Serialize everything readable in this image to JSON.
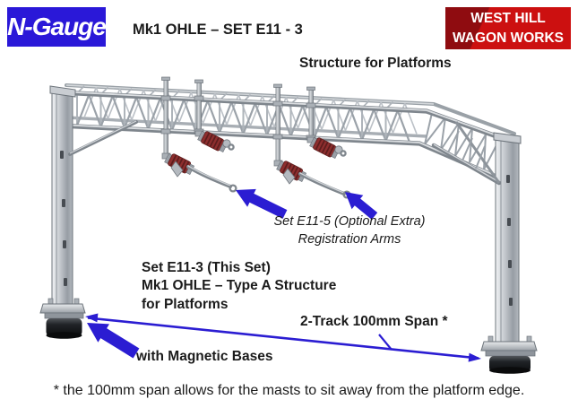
{
  "header": {
    "logo": "N-Gauge",
    "product_title": "Mk1 OHLE – SET E11 - 3",
    "brand": {
      "line1": "WEST HILL",
      "line2": "WAGON WORKS"
    }
  },
  "diagram": {
    "heading": "Structure for Platforms",
    "labels": {
      "optional_extra_line1": "Set E11-5 (Optional Extra)",
      "optional_extra_line2": "Registration Arms",
      "this_set_line1": "Set E11-3 (This Set)",
      "this_set_line2": "Mk1 OHLE – Type A Structure",
      "this_set_line3": "for Platforms",
      "span": "2-Track 100mm Span *",
      "bases": "with Magnetic Bases"
    }
  },
  "footnote": "* the 100mm span allows for the masts to sit away from the platform edge.",
  "colors": {
    "logo_blue": "#2a18d8",
    "brand_red": "#cc1010",
    "brand_red_dark": "#8f0c10",
    "arrow_blue": "#2b1dd2",
    "insulator_red": "#8e2e2e",
    "text_black": "#1b1b1b"
  }
}
